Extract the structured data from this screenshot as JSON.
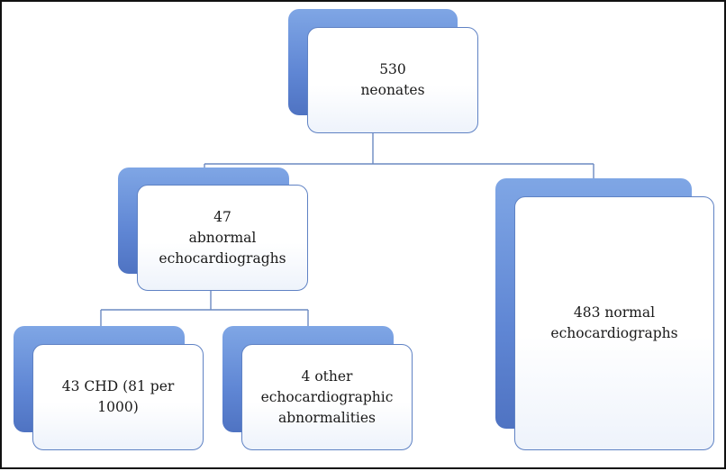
{
  "nodes": {
    "root": {
      "lines": [
        "530",
        "neonates"
      ]
    },
    "abnormal": {
      "lines": [
        "47",
        "abnormal",
        "echocardiograghs"
      ]
    },
    "normal": {
      "lines": [
        "483 normal",
        "echocardiographs"
      ]
    },
    "chd": {
      "lines": [
        "43 CHD (81 per",
        "1000)"
      ]
    },
    "other": {
      "lines": [
        "4 other",
        "echocardiographic",
        "abnormalities"
      ]
    }
  },
  "colors": {
    "shadow": "#5f86d4",
    "border": "#5f82c4",
    "connector": "#6b8ac2"
  }
}
